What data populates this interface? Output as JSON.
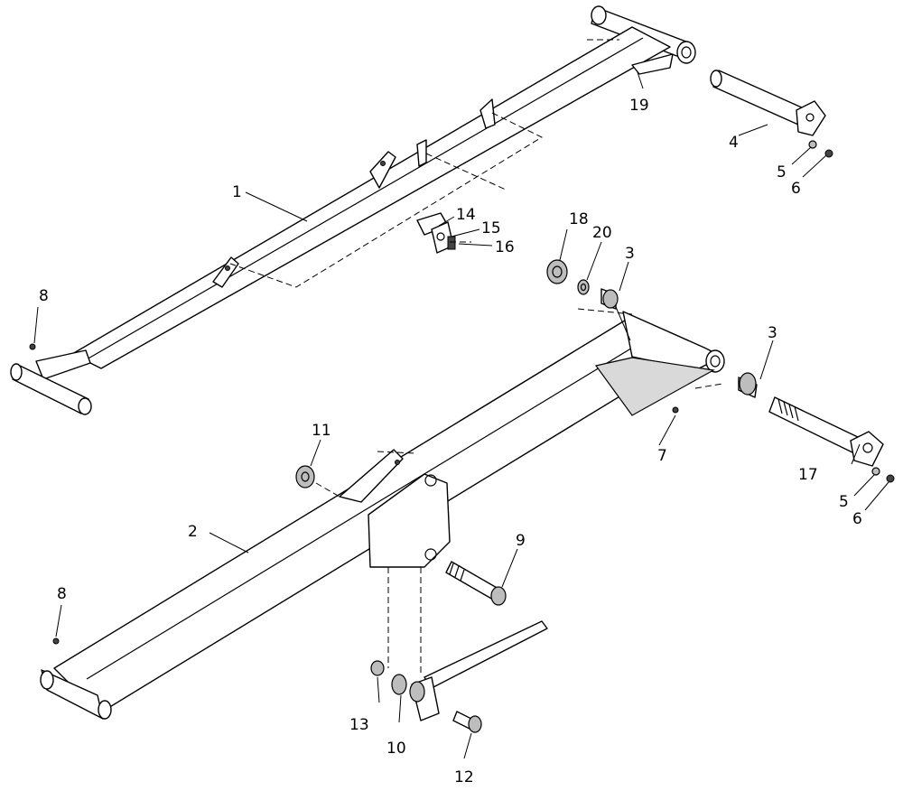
{
  "callouts": {
    "c1": "1",
    "c2": "2",
    "c3a": "3",
    "c3b": "3",
    "c4": "4",
    "c5a": "5",
    "c5b": "5",
    "c6a": "6",
    "c6b": "6",
    "c7": "7",
    "c8a": "8",
    "c8b": "8",
    "c9": "9",
    "c10": "10",
    "c11": "11",
    "c12": "12",
    "c13": "13",
    "c14": "14",
    "c15": "15",
    "c16": "16",
    "c17": "17",
    "c18": "18",
    "c19": "19",
    "c20": "20"
  }
}
